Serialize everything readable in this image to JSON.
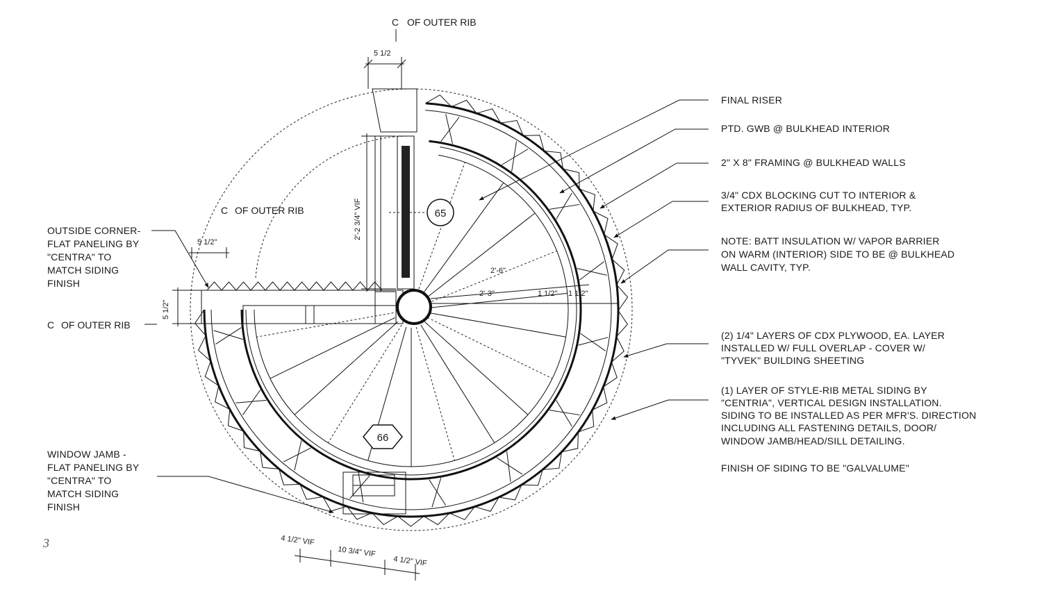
{
  "labels": {
    "cl_top": "OF OUTER RIB",
    "cl_mid": "OF OUTER RIB",
    "cl_left": "OF OUTER RIB",
    "cl_symbol": "C",
    "dim_top": "5 1/2",
    "dim_left_top": "5 1/2\"",
    "dim_left_side": "5 1/2\"",
    "dim_vertical": "2'-2 3/4\" VIF",
    "dim_radius_outer": "2'-6\"",
    "dim_radius_inner": "2'-3\"",
    "dim_inc_1": "1 1/2\"",
    "dim_inc_2": "1 1/2\"",
    "dim_bottom_left": "4 1/2\" VIF",
    "dim_bottom_mid": "10 3/4\" VIF",
    "dim_bottom_right": "4 1/2\" VIF",
    "tag_65": "65",
    "tag_66": "66",
    "page_number": "3"
  },
  "left_notes": {
    "outside_corner": [
      "OUTSIDE CORNER-",
      "FLAT PANELING BY",
      "\"CENTRA\" TO",
      "MATCH SIDING",
      "FINISH"
    ],
    "window_jamb": [
      "WINDOW JAMB -",
      "FLAT PANELING BY",
      "\"CENTRA\" TO",
      "MATCH SIDING",
      "FINISH"
    ]
  },
  "right_notes": [
    [
      "FINAL RISER"
    ],
    [
      "PTD. GWB @ BULKHEAD INTERIOR"
    ],
    [
      "2\" X 8\" FRAMING @ BULKHEAD WALLS"
    ],
    [
      "3/4\" CDX BLOCKING CUT TO INTERIOR &",
      "EXTERIOR RADIUS OF BULKHEAD, TYP."
    ],
    [
      "NOTE: BATT INSULATION W/ VAPOR BARRIER",
      "ON WARM (INTERIOR) SIDE TO BE @ BULKHEAD",
      "WALL CAVITY, TYP."
    ],
    [
      "(2) 1/4\" LAYERS OF CDX PLYWOOD, EA. LAYER",
      "INSTALLED W/ FULL OVERLAP - COVER W/",
      "\"TYVEK\" BUILDING SHEETING"
    ],
    [
      "(1) LAYER OF STYLE-RIB METAL SIDING BY",
      "\"CENTRIA\", VERTICAL DESIGN INSTALLATION.",
      "SIDING TO BE INSTALLED AS PER MFR'S. DIRECTION",
      "INCLUDING ALL FASTENING DETAILS, DOOR/",
      "WINDOW JAMB/HEAD/SILL DETAILING."
    ],
    [
      "FINISH OF SIDING TO BE \"GALVALUME\""
    ]
  ]
}
